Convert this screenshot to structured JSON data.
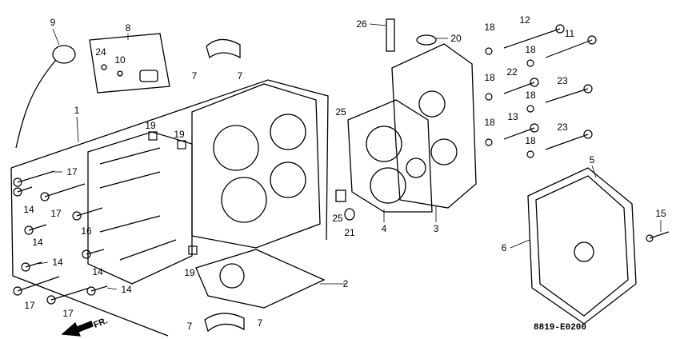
{
  "diagram": {
    "diagram_code": "8819-E0200",
    "direction_label": "FR.",
    "callouts": [
      {
        "id": "c9",
        "text": "9"
      },
      {
        "id": "c8",
        "text": "8"
      },
      {
        "id": "c24",
        "text": "24"
      },
      {
        "id": "c10",
        "text": "10"
      },
      {
        "id": "c7a",
        "text": "7"
      },
      {
        "id": "c7b",
        "text": "7"
      },
      {
        "id": "c7c",
        "text": "7"
      },
      {
        "id": "c7d",
        "text": "7"
      },
      {
        "id": "c1",
        "text": "1"
      },
      {
        "id": "c19a",
        "text": "19"
      },
      {
        "id": "c19b",
        "text": "19"
      },
      {
        "id": "c19c",
        "text": "19"
      },
      {
        "id": "c17a",
        "text": "17"
      },
      {
        "id": "c14a",
        "text": "14"
      },
      {
        "id": "c17b",
        "text": "17"
      },
      {
        "id": "c16",
        "text": "16"
      },
      {
        "id": "c14b",
        "text": "14"
      },
      {
        "id": "c14c",
        "text": "14"
      },
      {
        "id": "c14d",
        "text": "14"
      },
      {
        "id": "c17c",
        "text": "17"
      },
      {
        "id": "c17d",
        "text": "17"
      },
      {
        "id": "c14e",
        "text": "14"
      },
      {
        "id": "c2",
        "text": "2"
      },
      {
        "id": "c26",
        "text": "26"
      },
      {
        "id": "c20",
        "text": "20"
      },
      {
        "id": "c25a",
        "text": "25"
      },
      {
        "id": "c25b",
        "text": "25"
      },
      {
        "id": "c21",
        "text": "21"
      },
      {
        "id": "c4",
        "text": "4"
      },
      {
        "id": "c3",
        "text": "3"
      },
      {
        "id": "c18a",
        "text": "18"
      },
      {
        "id": "c12",
        "text": "12"
      },
      {
        "id": "c11",
        "text": "11"
      },
      {
        "id": "c18b",
        "text": "18"
      },
      {
        "id": "c18c",
        "text": "18"
      },
      {
        "id": "c22",
        "text": "22"
      },
      {
        "id": "c23a",
        "text": "23"
      },
      {
        "id": "c18d",
        "text": "18"
      },
      {
        "id": "c18e",
        "text": "18"
      },
      {
        "id": "c13",
        "text": "13"
      },
      {
        "id": "c23b",
        "text": "23"
      },
      {
        "id": "c18f",
        "text": "18"
      },
      {
        "id": "c5",
        "text": "5"
      },
      {
        "id": "c6",
        "text": "6"
      },
      {
        "id": "c15",
        "text": "15"
      }
    ]
  }
}
